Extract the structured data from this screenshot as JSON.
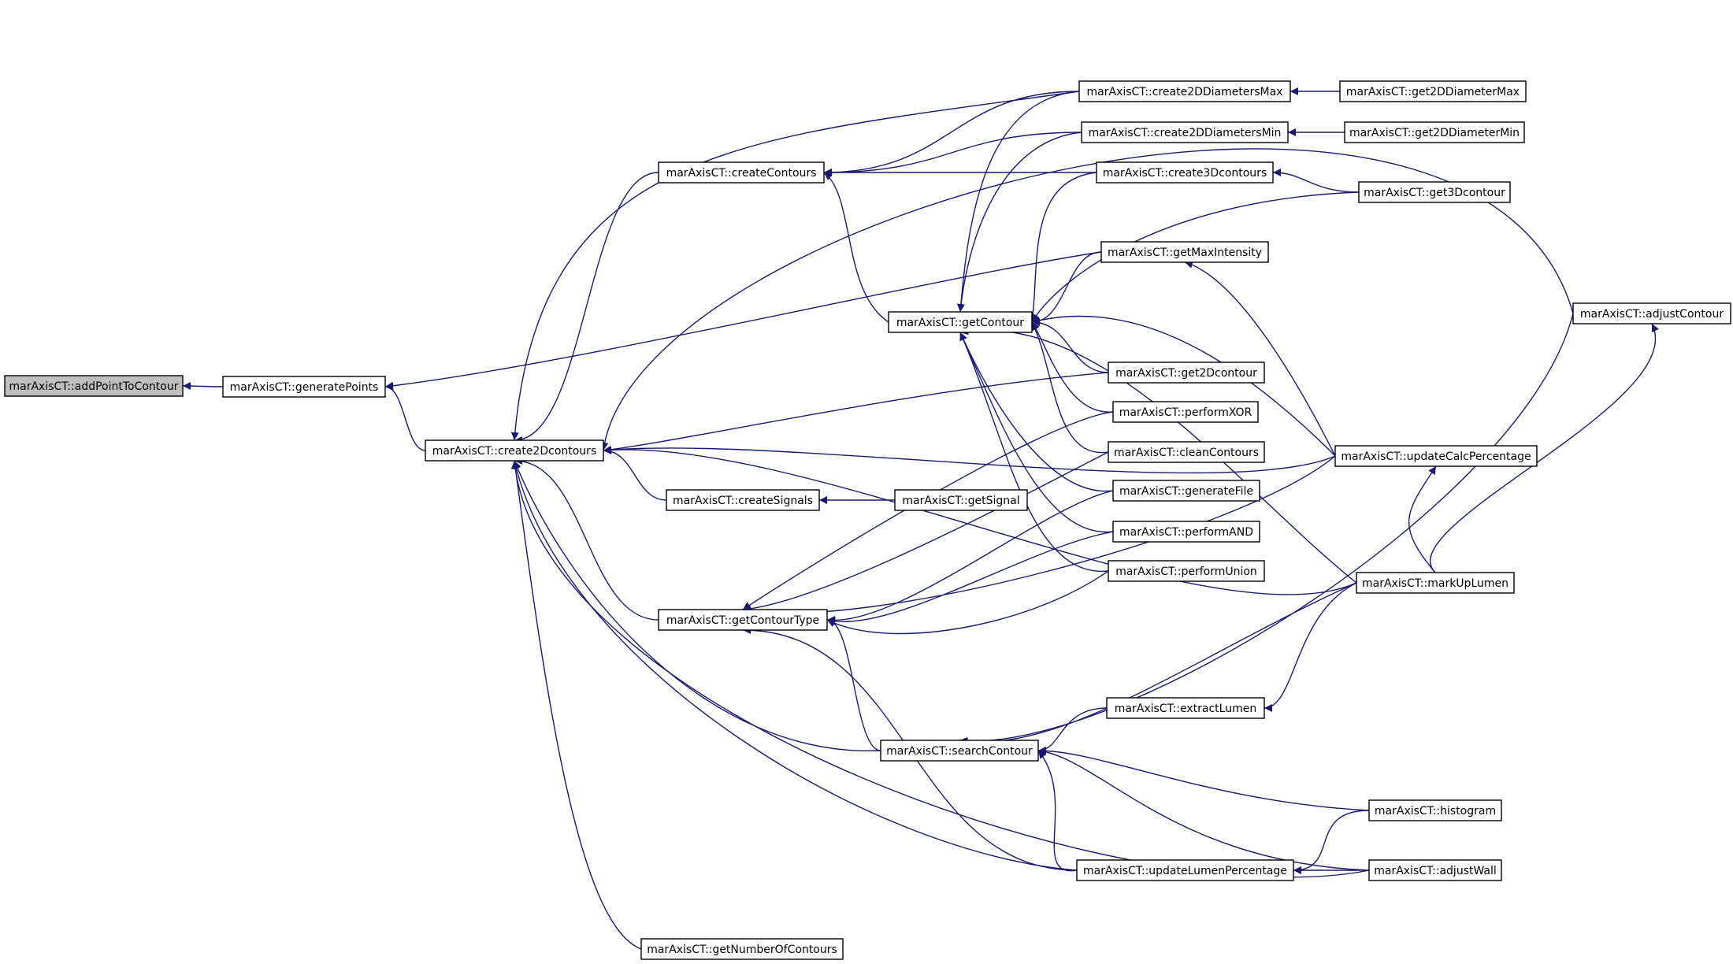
{
  "title": "",
  "colors": {
    "edge": "#191970",
    "root_fill": "#bfbfbf",
    "node_fill": "#ffffff",
    "node_border": "#000000"
  },
  "nodes": [
    {
      "id": "addPointToContour",
      "label": "marAxisCT::addPointToContour",
      "root": true
    },
    {
      "id": "generatePoints",
      "label": "marAxisCT::generatePoints"
    },
    {
      "id": "create2Dcontours",
      "label": "marAxisCT::create2Dcontours"
    },
    {
      "id": "createContours",
      "label": "marAxisCT::createContours"
    },
    {
      "id": "createSignals",
      "label": "marAxisCT::createSignals"
    },
    {
      "id": "getContourType",
      "label": "marAxisCT::getContourType"
    },
    {
      "id": "getNumberOfContours",
      "label": "marAxisCT::getNumberOfContours"
    },
    {
      "id": "getContour",
      "label": "marAxisCT::getContour"
    },
    {
      "id": "getSignal",
      "label": "marAxisCT::getSignal"
    },
    {
      "id": "searchContour",
      "label": "marAxisCT::searchContour"
    },
    {
      "id": "create2DDiametersMax",
      "label": "marAxisCT::create2DDiametersMax"
    },
    {
      "id": "create2DDiametersMin",
      "label": "marAxisCT::create2DDiametersMin"
    },
    {
      "id": "create3Dcontours",
      "label": "marAxisCT::create3Dcontours"
    },
    {
      "id": "getMaxIntensity",
      "label": "marAxisCT::getMaxIntensity"
    },
    {
      "id": "get2Dcontour",
      "label": "marAxisCT::get2Dcontour"
    },
    {
      "id": "performXOR",
      "label": "marAxisCT::performXOR"
    },
    {
      "id": "cleanContours",
      "label": "marAxisCT::cleanContours"
    },
    {
      "id": "generateFile",
      "label": "marAxisCT::generateFile"
    },
    {
      "id": "performAND",
      "label": "marAxisCT::performAND"
    },
    {
      "id": "performUnion",
      "label": "marAxisCT::performUnion"
    },
    {
      "id": "extractLumen",
      "label": "marAxisCT::extractLumen"
    },
    {
      "id": "updateLumenPercentage",
      "label": "marAxisCT::updateLumenPercentage"
    },
    {
      "id": "get2DDiameterMax",
      "label": "marAxisCT::get2DDiameterMax"
    },
    {
      "id": "get2DDiameterMin",
      "label": "marAxisCT::get2DDiameterMin"
    },
    {
      "id": "get3Dcontour",
      "label": "marAxisCT::get3Dcontour"
    },
    {
      "id": "updateCalcPercentage",
      "label": "marAxisCT::updateCalcPercentage"
    },
    {
      "id": "markUpLumen",
      "label": "marAxisCT::markUpLumen"
    },
    {
      "id": "histogram",
      "label": "marAxisCT::histogram"
    },
    {
      "id": "adjustWall",
      "label": "marAxisCT::adjustWall"
    },
    {
      "id": "adjustContour",
      "label": "marAxisCT::adjustContour"
    }
  ],
  "edges": [
    {
      "from": "generatePoints",
      "to": "addPointToContour"
    },
    {
      "from": "create2Dcontours",
      "to": "generatePoints"
    },
    {
      "from": "getMaxIntensity",
      "to": "generatePoints"
    },
    {
      "from": "createContours",
      "to": "create2Dcontours"
    },
    {
      "from": "createSignals",
      "to": "create2Dcontours"
    },
    {
      "from": "getContourType",
      "to": "create2Dcontours"
    },
    {
      "from": "getNumberOfContours",
      "to": "create2Dcontours"
    },
    {
      "from": "searchContour",
      "to": "create2Dcontours"
    },
    {
      "from": "updateLumenPercentage",
      "to": "create2Dcontours"
    },
    {
      "from": "adjustWall",
      "to": "create2Dcontours"
    },
    {
      "from": "get2Dcontour",
      "to": "create2Dcontours"
    },
    {
      "from": "updateCalcPercentage",
      "to": "create2Dcontours"
    },
    {
      "from": "markUpLumen",
      "to": "create2Dcontours"
    },
    {
      "from": "create2DDiametersMax",
      "to": "create2Dcontours"
    },
    {
      "from": "adjustContour",
      "to": "create2Dcontours"
    },
    {
      "from": "create2DDiametersMax",
      "to": "createContours"
    },
    {
      "from": "create2DDiametersMin",
      "to": "createContours"
    },
    {
      "from": "create3Dcontours",
      "to": "createContours"
    },
    {
      "from": "getContour",
      "to": "createContours"
    },
    {
      "from": "getSignal",
      "to": "createSignals"
    },
    {
      "from": "performXOR",
      "to": "getContourType"
    },
    {
      "from": "cleanContours",
      "to": "getContourType"
    },
    {
      "from": "generateFile",
      "to": "getContourType"
    },
    {
      "from": "performAND",
      "to": "getContourType"
    },
    {
      "from": "performUnion",
      "to": "getContourType"
    },
    {
      "from": "updateCalcPercentage",
      "to": "getContourType"
    },
    {
      "from": "searchContour",
      "to": "getContourType"
    },
    {
      "from": "updateLumenPercentage",
      "to": "getContourType"
    },
    {
      "from": "create2DDiametersMax",
      "to": "getContour"
    },
    {
      "from": "create2DDiametersMin",
      "to": "getContour"
    },
    {
      "from": "create3Dcontours",
      "to": "getContour"
    },
    {
      "from": "getMaxIntensity",
      "to": "getContour"
    },
    {
      "from": "get3Dcontour",
      "to": "getContour"
    },
    {
      "from": "updateCalcPercentage",
      "to": "getContour"
    },
    {
      "from": "markUpLumen",
      "to": "getContour"
    },
    {
      "from": "get2Dcontour",
      "to": "getContour"
    },
    {
      "from": "performXOR",
      "to": "getContour"
    },
    {
      "from": "cleanContours",
      "to": "getContour"
    },
    {
      "from": "generateFile",
      "to": "getContour"
    },
    {
      "from": "performAND",
      "to": "getContour"
    },
    {
      "from": "performUnion",
      "to": "getContour"
    },
    {
      "from": "extractLumen",
      "to": "searchContour"
    },
    {
      "from": "markUpLumen",
      "to": "searchContour"
    },
    {
      "from": "adjustContour",
      "to": "searchContour"
    },
    {
      "from": "histogram",
      "to": "searchContour"
    },
    {
      "from": "adjustWall",
      "to": "searchContour"
    },
    {
      "from": "updateLumenPercentage",
      "to": "searchContour"
    },
    {
      "from": "get2DDiameterMax",
      "to": "create2DDiametersMax"
    },
    {
      "from": "get2DDiameterMin",
      "to": "create2DDiametersMin"
    },
    {
      "from": "get3Dcontour",
      "to": "create3Dcontours"
    },
    {
      "from": "updateCalcPercentage",
      "to": "getMaxIntensity"
    },
    {
      "from": "markUpLumen",
      "to": "extractLumen"
    },
    {
      "from": "histogram",
      "to": "updateLumenPercentage"
    },
    {
      "from": "adjustWall",
      "to": "updateLumenPercentage"
    },
    {
      "from": "markUpLumen",
      "to": "updateCalcPercentage"
    },
    {
      "from": "markUpLumen",
      "to": "adjustContour"
    }
  ]
}
